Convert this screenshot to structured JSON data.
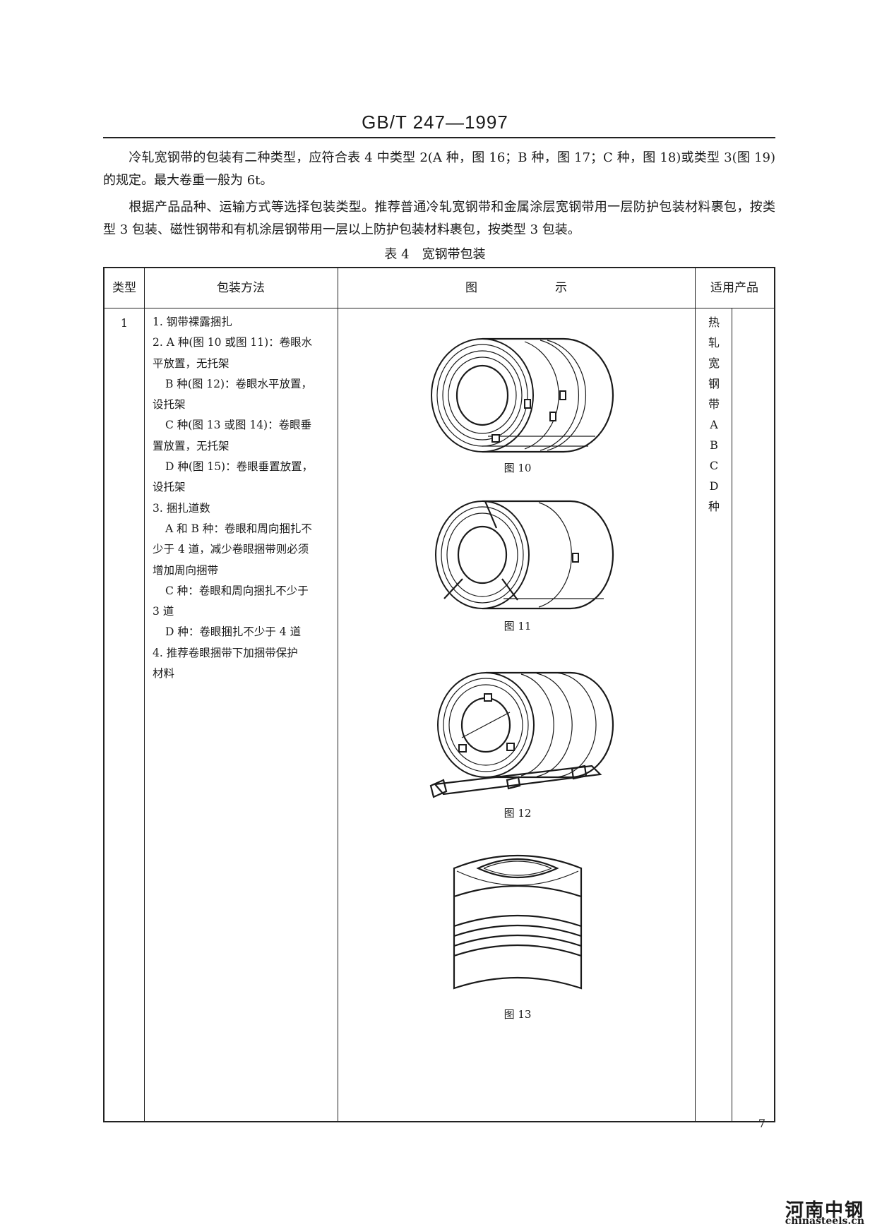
{
  "header": {
    "title": "GB/T 247—1997"
  },
  "paragraphs": [
    "冷轧宽钢带的包装有二种类型，应符合表 4 中类型 2(A 种，图 16；B 种，图 17；C 种，图 18)或类型 3(图 19)的规定。最大卷重一般为 6t。",
    "根据产品品种、运输方式等选择包装类型。推荐普通冷轧宽钢带和金属涂层宽钢带用一层防护包装材料裹包，按类型 3 包装、磁性钢带和有机涂层钢带用一层以上防护包装材料裹包，按类型 3 包装。"
  ],
  "table": {
    "caption": "表 4　宽钢带包装",
    "headers": {
      "type": "类型",
      "method": "包装方法",
      "figure_a": "图",
      "figure_b": "示",
      "product": "适用产品"
    },
    "row": {
      "type": "1",
      "method_lines": [
        {
          "text": "1. 钢带裸露捆扎",
          "indent": false
        },
        {
          "text": "2. A 种(图 10 或图 11)：卷眼水",
          "indent": false
        },
        {
          "text": "平放置，无托架",
          "indent": false
        },
        {
          "text": "B 种(图 12)：卷眼水平放置，",
          "indent": true
        },
        {
          "text": "设托架",
          "indent": false
        },
        {
          "text": "C 种(图 13 或图 14)：卷眼垂",
          "indent": true
        },
        {
          "text": "置放置，无托架",
          "indent": false
        },
        {
          "text": "D 种(图 15)：卷眼垂置放置，",
          "indent": true
        },
        {
          "text": "设托架",
          "indent": false
        },
        {
          "text": "3. 捆扎道数",
          "indent": false
        },
        {
          "text": "A 和 B 种：卷眼和周向捆扎不",
          "indent": true
        },
        {
          "text": "少于 4 道，减少卷眼捆带则必须",
          "indent": false
        },
        {
          "text": "增加周向捆带",
          "indent": false
        },
        {
          "text": "C 种：卷眼和周向捆扎不少于",
          "indent": true
        },
        {
          "text": "3 道",
          "indent": false
        },
        {
          "text": "D 种：卷眼捆扎不少于 4 道",
          "indent": true
        },
        {
          "text": "4. 推荐卷眼捆带下加捆带保护",
          "indent": false
        },
        {
          "text": "材料",
          "indent": false
        }
      ],
      "product_chars": [
        "热",
        "轧",
        "宽",
        "钢",
        "带",
        "A",
        "B",
        "C",
        "D",
        "种"
      ],
      "figures": [
        {
          "label": "图 10"
        },
        {
          "label": "图 11"
        },
        {
          "label": "图 12"
        },
        {
          "label": "图 13"
        }
      ]
    }
  },
  "footer": {
    "page_number": "7"
  },
  "watermark": {
    "cn": "河南中钢",
    "en": "chinasteels.cn"
  }
}
